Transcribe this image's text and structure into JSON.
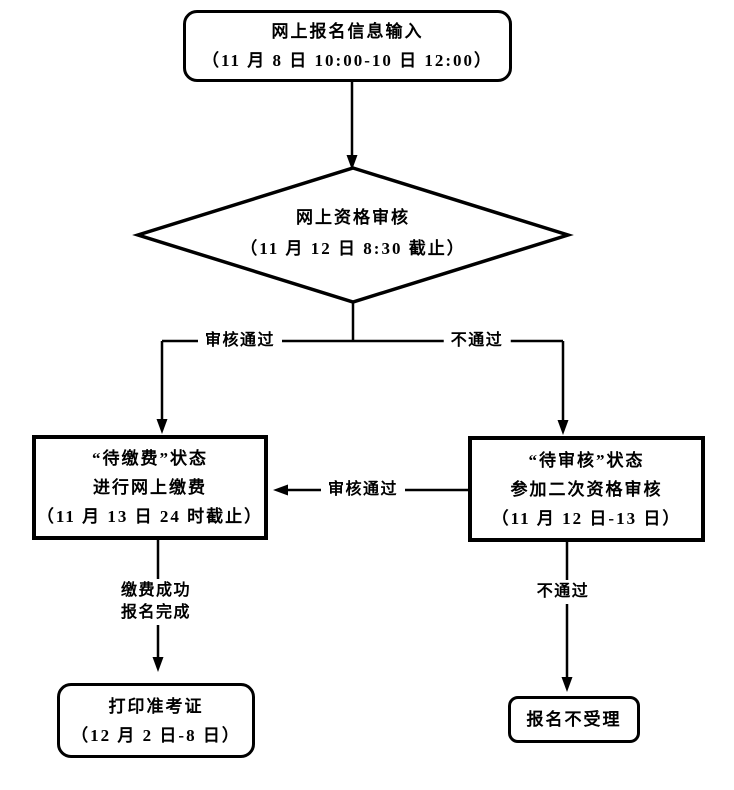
{
  "colors": {
    "line": "#000000",
    "background": "#ffffff",
    "text": "#000000"
  },
  "flowchart": {
    "start_node": {
      "line1": "网上报名信息输入",
      "line2": "（11 月 8 日 10:00-10 日 12:00）"
    },
    "decision_node": {
      "line1": "网上资格审核",
      "line2": "（11 月 12 日 8:30 截止）"
    },
    "edge_labels": {
      "pass_left": "审核通过",
      "fail_right": "不通过",
      "second_pass": "审核通过",
      "payment_done_line1": "缴费成功",
      "payment_done_line2": "报名完成",
      "second_fail": "不通过"
    },
    "pay_node": {
      "line1": "“待缴费”状态",
      "line2": "进行网上缴费",
      "line3": "（11 月 13 日 24 时截止）"
    },
    "review_node": {
      "line1": "“待审核”状态",
      "line2": "参加二次资格审核",
      "line3": "（11 月 12 日-13 日）"
    },
    "print_node": {
      "line1": "打印准考证",
      "line2": "（12 月 2 日-8 日）"
    },
    "reject_node": {
      "line1": "报名不受理"
    }
  }
}
